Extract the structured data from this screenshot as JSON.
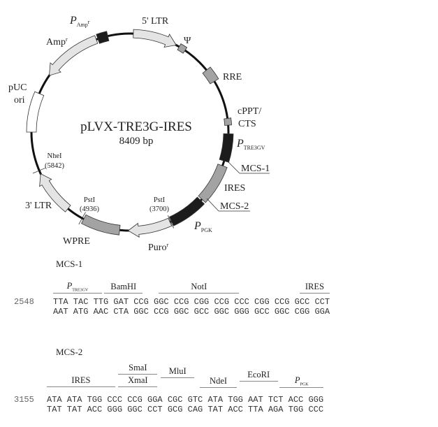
{
  "plasmid": {
    "name": "pLVX-TRE3G-IRES",
    "size": "8409 bp"
  },
  "map_labels": {
    "p_amp": {
      "p": "P",
      "sub": "Amp",
      "sup": "r"
    },
    "amp": {
      "text": "Amp",
      "sup": "r"
    },
    "ltr5": "5' LTR",
    "psi": "Ψ",
    "rre": "RRE",
    "cppt_1": "cPPT/",
    "cppt_2": "CTS",
    "p_tre": {
      "p": "P",
      "sub": "TRE3GV"
    },
    "mcs1": "MCS-1",
    "ires": "IRES",
    "mcs2": "MCS-2",
    "p_pgk": {
      "p": "P",
      "sub": "PGK"
    },
    "puro": {
      "text": "Puro",
      "sup": "r"
    },
    "wpre": "WPRE",
    "ltr3": "3' LTR",
    "puc_1": "pUC",
    "puc_2": "ori",
    "nhei": {
      "name": "NheI",
      "pos": "(5842)"
    },
    "psti_a": {
      "name": "PstI",
      "pos": "(4936)"
    },
    "psti_b": {
      "name": "PstI",
      "pos": "(3700)"
    }
  },
  "mcs1": {
    "title": "MCS-1",
    "start": "2548",
    "top": "TTA TAC TTG GAT CCG GGC CCG CGG CCG CCC CGG CCG GCC CCT",
    "bottom": "AAT ATG AAC CTA GGC CCG GGC GCC GGC GGG GCC GGC CGG GGA",
    "annotations": {
      "p_tre": {
        "p": "P",
        "sub": "TRE3GV"
      },
      "bamhi": "BamHI",
      "noti": "NotI",
      "ires": "IRES"
    }
  },
  "mcs2": {
    "title": "MCS-2",
    "start": "3155",
    "top": "ATA ATA TGG CCC CCG GGA CGC GTC ATA TGG AAT TCT ACC GGG",
    "bottom": "TAT TAT ACC GGG GGC CCT GCG CAG TAT ACC TTA AGA TGG CCC",
    "annotations": {
      "ires": "IRES",
      "smai": "SmaI",
      "xmai": "XmaI",
      "mlui": "MluI",
      "ndei": "NdeI",
      "ecori": "EcoRI",
      "p_pgk": {
        "p": "P",
        "sub": "PGK"
      }
    }
  },
  "colors": {
    "light": "#e4e4e4",
    "mid": "#a3a3a3",
    "dark": "#1c1c1c",
    "white": "#ffffff"
  }
}
